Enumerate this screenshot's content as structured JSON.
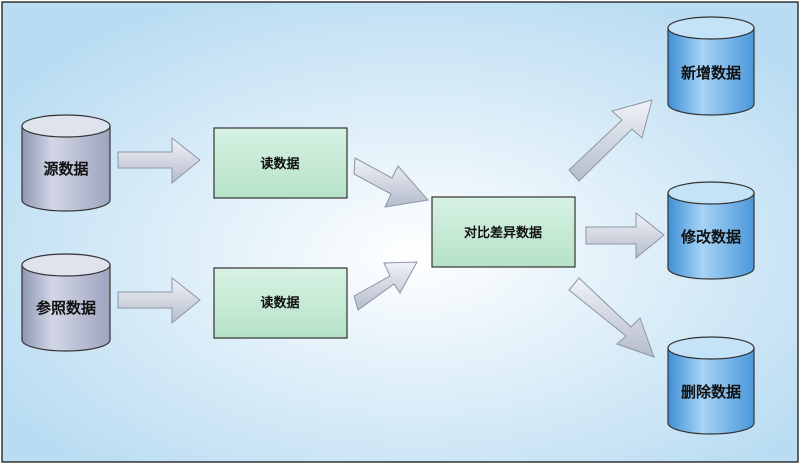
{
  "nodes": {
    "source_db": "源数据",
    "reference_db": "参照数据",
    "read_source": "读数据",
    "read_reference": "读数据",
    "compare": "对比差异数据",
    "new_db": "新增数据",
    "modified_db": "修改数据",
    "deleted_db": "删除数据"
  },
  "colors": {
    "background_center": "#ffffff",
    "background_edge": "#b9dcf2",
    "border": "#333333",
    "input_cylinder": "#b9c0d6",
    "output_cylinder": "#7ab6e8",
    "process_box": "#c7ead6",
    "arrow": "#d4d8e2"
  }
}
